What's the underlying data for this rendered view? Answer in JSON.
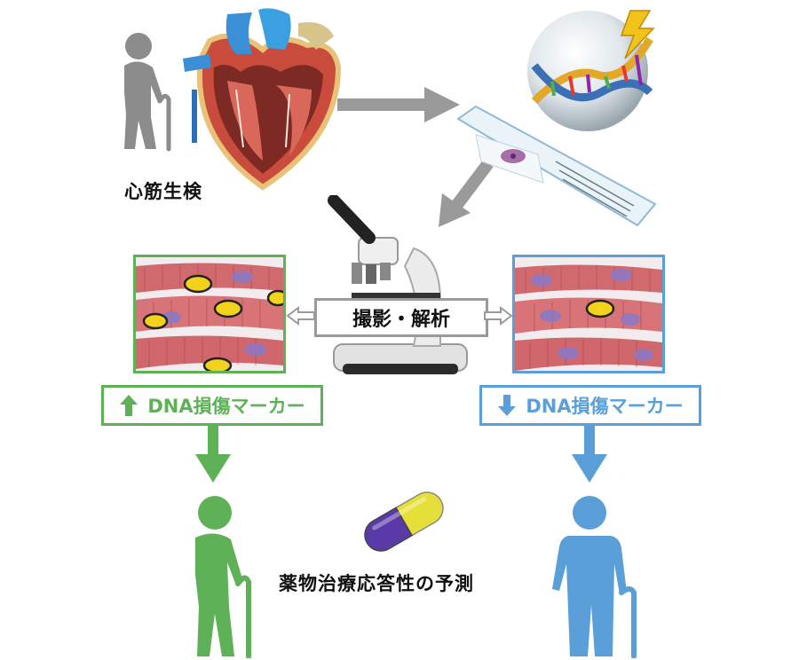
{
  "labels": {
    "biopsy": "心筋生検",
    "imaging": "撮影・解析",
    "marker_high": "DNA損傷マーカー",
    "marker_low": "DNA損傷マーカー",
    "prediction": "薬物治療応答性の予測"
  },
  "icons": {
    "marker_high": "up-arrow-icon",
    "marker_low": "down-arrow-icon"
  },
  "colors": {
    "high_marker": "#5fb157",
    "low_marker": "#5a9fd8",
    "arrow_gray": "#9a9a9a",
    "person_gray": "#8c8c8c"
  }
}
